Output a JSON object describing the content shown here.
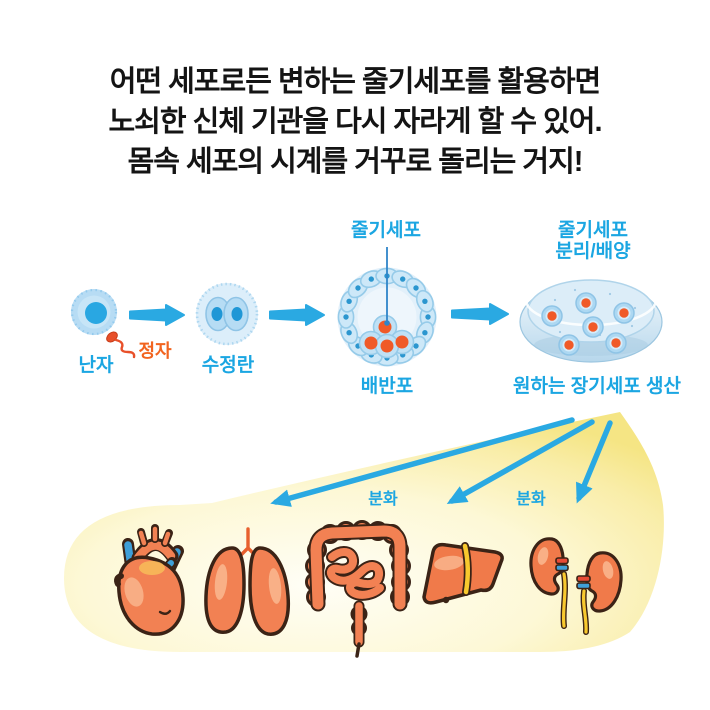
{
  "title": {
    "line1": "어떤 세포로든 변하는 줄기세포를 활용하면",
    "line2": "노쇠한 신체 기관을 다시 자라게 할 수 있어.",
    "line3": "몸속 세포의 시계를 거꾸로 돌리는 거지!"
  },
  "flow": {
    "egg_label": "난자",
    "sperm_label": "정자",
    "zygote_label": "수정란",
    "stem_cell_label": "줄기세포",
    "blastocyst_label": "배반포",
    "dish_label_line1": "줄기세포",
    "dish_label_line2": "분리/배양",
    "dish_caption": "원하는 장기세포 생산"
  },
  "differentiation": {
    "label_1": "분화",
    "label_2": "분화",
    "organ_icons": [
      "heart-icon",
      "lungs-icon",
      "intestines-icon",
      "liver-icon",
      "kidneys-icon"
    ]
  },
  "colors": {
    "arrow_blue": "#2aa9e2",
    "label_blue": "#1ba6e2",
    "label_orange": "#f2641f",
    "title_black": "#141414",
    "beam_yellow_edge": "#f5e584",
    "beam_yellow_center": "#fffef6",
    "organ_orange": "#f28153",
    "organ_outline": "#3b2316",
    "cell_blue": "#b9ddf4",
    "cell_nucleus_blue": "#29a7e2",
    "stem_nucleus_orange": "#f05a28",
    "vessel_blue": "#3f9fd8",
    "duct_yellow": "#f8c92e"
  }
}
